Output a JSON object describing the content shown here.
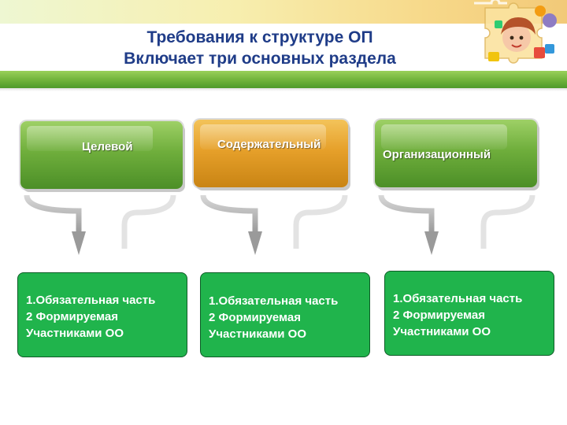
{
  "title": {
    "line1": "Требования к структуре ОП",
    "line2": "Включает три основных раздела"
  },
  "sections": [
    {
      "label": "Целевой",
      "color": "#6fae3c",
      "items": [
        "1.Обязательная часть",
        "2 Формируемая",
        "Участниками ОО"
      ]
    },
    {
      "label": "Содержательный",
      "color": "#e6a02a",
      "items": [
        "1.Обязательная часть",
        "2 Формируемая",
        "Участниками ОО"
      ]
    },
    {
      "label": "Организационный",
      "color": "#6fae3c",
      "items": [
        "1.Обязательная часть",
        "2 Формируемая",
        "Участниками ОО"
      ]
    }
  ],
  "colors": {
    "title_text": "#1f3c88",
    "green_bar": "#6fb23a",
    "content_box": "#20b44c",
    "content_border": "#0e5c27"
  },
  "decoration": {
    "corner_icon": "puzzle-children-illustration-icon"
  }
}
